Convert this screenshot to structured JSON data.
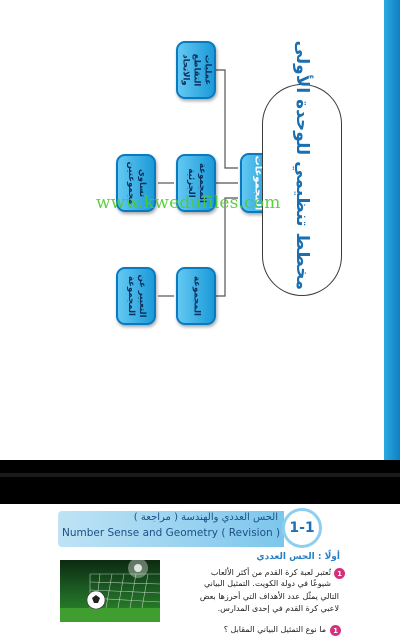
{
  "concept_map": {
    "title": "مخطط تنظيمي للوحدة الأولى",
    "main_node": "المجموعات",
    "nodes": {
      "top": "عمليات التقاطع والاتحاد",
      "middle": "المجموعة الجزئية",
      "middle_child": "تساوي مجموعتين",
      "bottom": "المجموعة",
      "bottom_child": "التعبير عن المجموعة"
    }
  },
  "watermark": "www.kwedufiles.com",
  "lesson": {
    "number": "1-1",
    "title_ar": "الحس العددي والهندسة ( مراجعة )",
    "title_en": "Number Sense and Geometry ( Revision )"
  },
  "section": {
    "heading": "أولًا : الحس العددي"
  },
  "question_1": {
    "number": "1",
    "lines": [
      "تُعتبر لعبة كرة القدم من أكثر الألعاب",
      "شيوعًا في دولة الكويت. التمثيل البياني",
      "التالي يمثّل عدد الأهداف التي أحرزها بعض",
      "لاعبي كرة القدم في إحدى المدارس."
    ]
  },
  "sub_question": {
    "number": "1",
    "text": "ما نوع التمثيل البياني المقابل ؟"
  },
  "colors": {
    "accent_blue": "#1b9ad8",
    "node_border": "#0a7ac0",
    "watermark_green": "#4ccc2c",
    "question_pink": "#d4317a"
  }
}
